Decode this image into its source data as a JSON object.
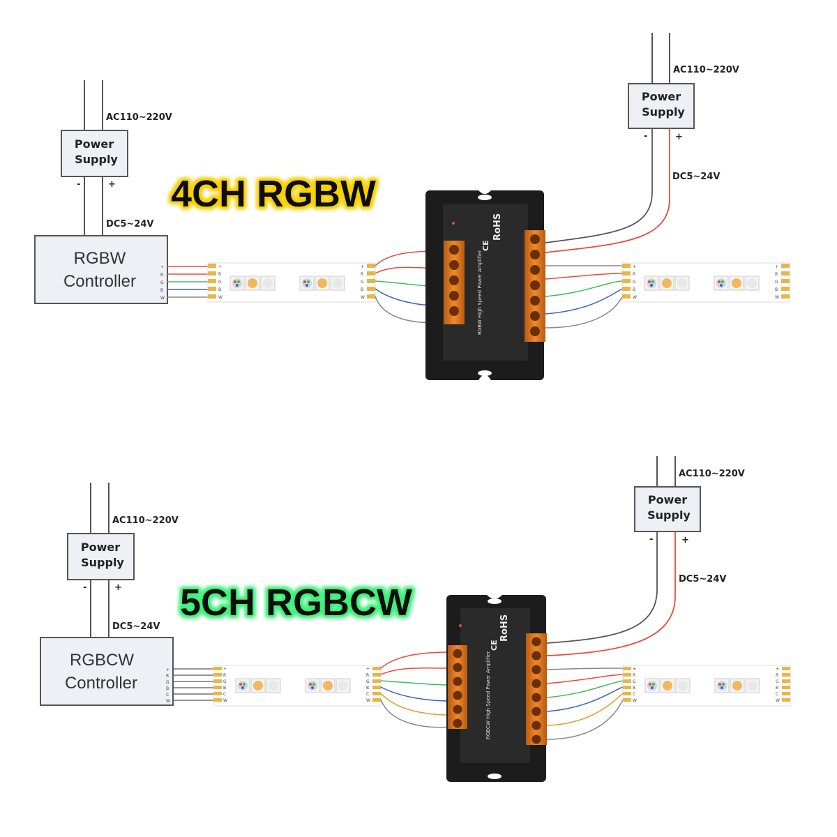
{
  "diagrams": [
    {
      "title": "4CH RGBW",
      "title_glow": "#f5d000",
      "left_supply": {
        "label_line1": "Power",
        "label_line2": "Supply",
        "minus": "-",
        "plus": "+",
        "ac": "AC110~220V",
        "dc": "DC5~24V"
      },
      "right_supply": {
        "label_line1": "Power",
        "label_line2": "Supply",
        "minus": "-",
        "plus": "+",
        "ac": "AC110~220V",
        "dc": "DC5~24V"
      },
      "controller": {
        "line1": "RGBW",
        "line2": "Controller"
      },
      "channels": [
        "+",
        "R",
        "G",
        "B",
        "W"
      ],
      "amplifier": {
        "brand": "RoHS",
        "ce": "CE",
        "name": "RGBW High Speed Power Amplifier"
      }
    },
    {
      "title": "5CH RGBCW",
      "title_glow": "#3ef07a",
      "left_supply": {
        "label_line1": "Power",
        "label_line2": "Supply",
        "minus": "-",
        "plus": "+",
        "ac": "AC110~220V",
        "dc": "DC5~24V"
      },
      "right_supply": {
        "label_line1": "Power",
        "label_line2": "Supply",
        "minus": "-",
        "plus": "+",
        "ac": "AC110~220V",
        "dc": "DC5~24V"
      },
      "controller": {
        "line1": "RGBCW",
        "line2": "Controller"
      },
      "channels": [
        "+",
        "R",
        "G",
        "B",
        "C",
        "W"
      ],
      "amplifier": {
        "brand": "RoHS",
        "ce": "CE",
        "name": "RGBCW High Speed Power Amplifier"
      }
    }
  ],
  "colors": {
    "red": "#e84a3a",
    "green": "#3dbb5a",
    "blue": "#3a5fd0",
    "orange": "#e89a2a",
    "gray": "#888888",
    "strip_pad": "#e9b54a"
  }
}
